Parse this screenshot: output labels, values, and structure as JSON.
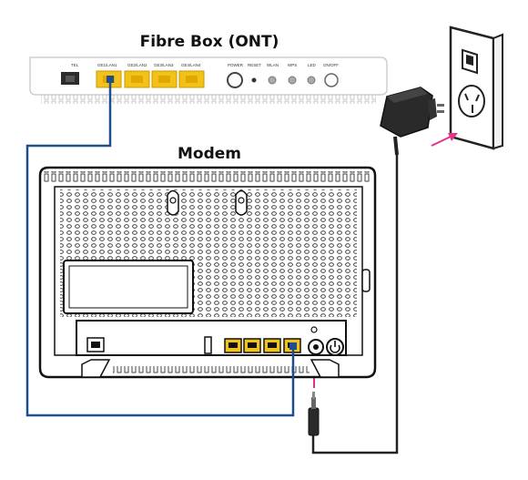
{
  "titles": {
    "ont": "Fibre Box (ONT)",
    "modem": "Modem"
  },
  "ont_port_labels": {
    "tel": "TEL",
    "lan1": "GE1/LAN1",
    "lan2": "GE2/LAN2",
    "lan3": "GE3/LAN3",
    "lan4": "GE4/LAN4",
    "power": "POWER",
    "reset": "RESET",
    "wlan": "WLAN",
    "wps": "WPS",
    "led": "LED",
    "onoff": "ON/OFF"
  },
  "colors": {
    "ethernet_cable": "#1f4e8c",
    "port_yellow": "#f2c21a",
    "arrow_pink": "#e0348c",
    "device_outline": "#222222",
    "power_cable": "#222222"
  },
  "icons": {
    "wall_outlet": "wall-outlet-icon",
    "power_adapter": "power-adapter-icon",
    "power_plug": "dc-plug-icon"
  }
}
